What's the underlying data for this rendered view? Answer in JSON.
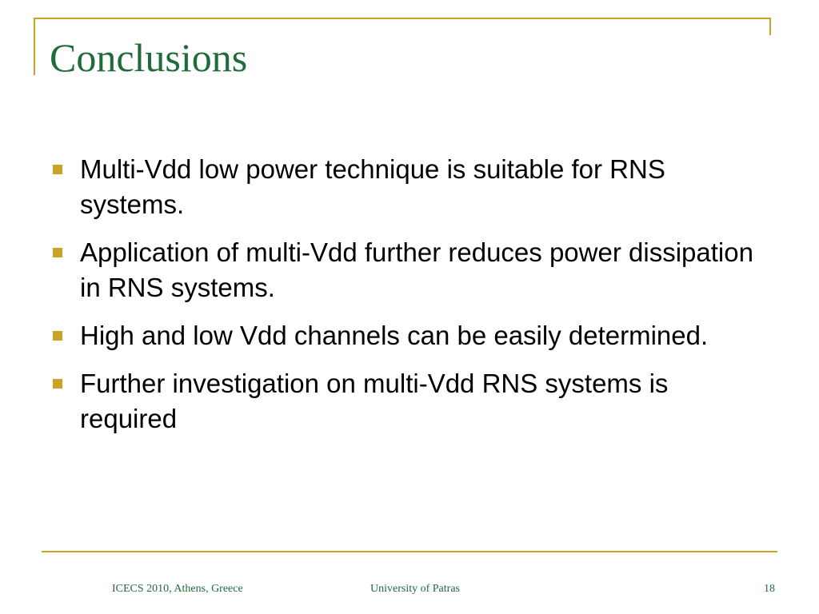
{
  "slide": {
    "title": "Conclusions",
    "bullets": [
      "Multi-Vdd low power technique is suitable for RNS systems.",
      "Application of multi-Vdd further reduces power dissipation in RNS systems.",
      "High and low Vdd channels can be easily determined.",
      "Further investigation on multi-Vdd RNS systems is required"
    ],
    "footer": {
      "left": "ICECS 2010, Athens, Greece",
      "center": "University of Patras",
      "page_number": "18"
    }
  },
  "colors": {
    "accent": "#c9a227",
    "title": "#1f6b3a",
    "body_text": "#000000"
  }
}
